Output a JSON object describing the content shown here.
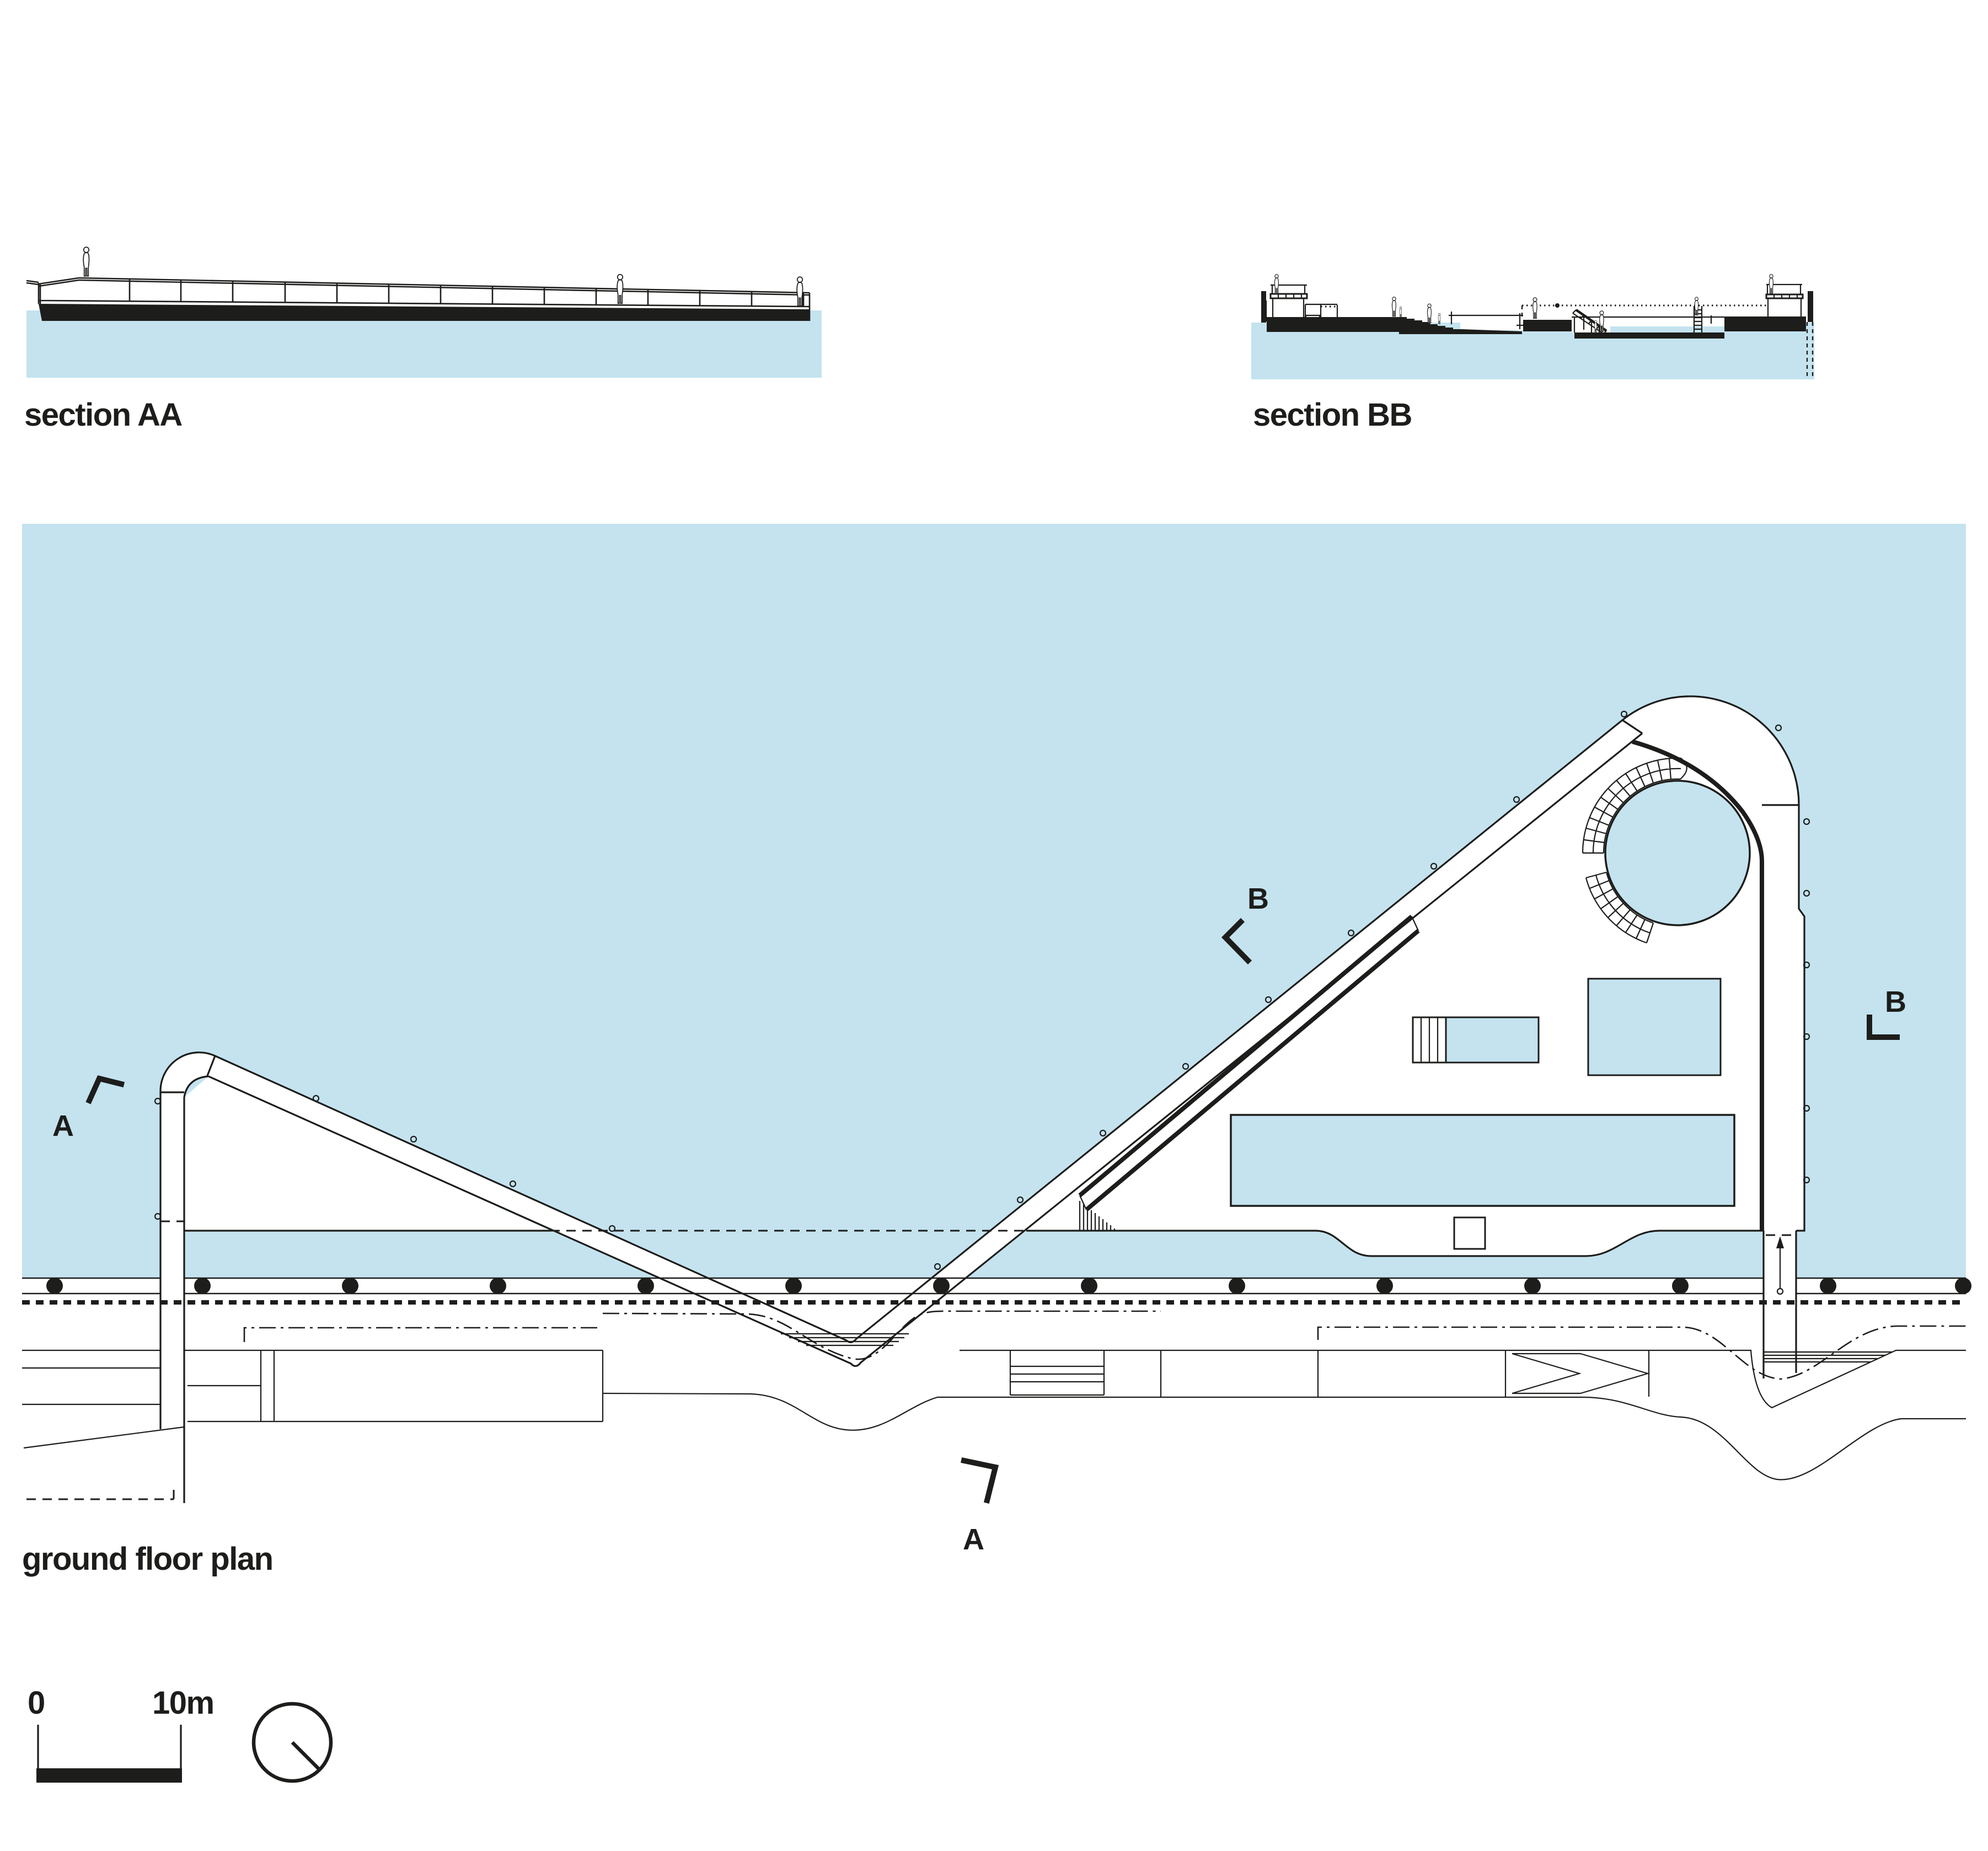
{
  "colors": {
    "water": "#c4e3ef",
    "line": "#1d1d1b",
    "background": "#ffffff"
  },
  "sections": {
    "aa": {
      "label": "section AA"
    },
    "bb": {
      "label": "section BB"
    }
  },
  "plan": {
    "label": "ground floor plan",
    "markers": {
      "a": "A",
      "b": "B"
    }
  },
  "scale_bar": {
    "zero": "0",
    "ten": "10m"
  }
}
